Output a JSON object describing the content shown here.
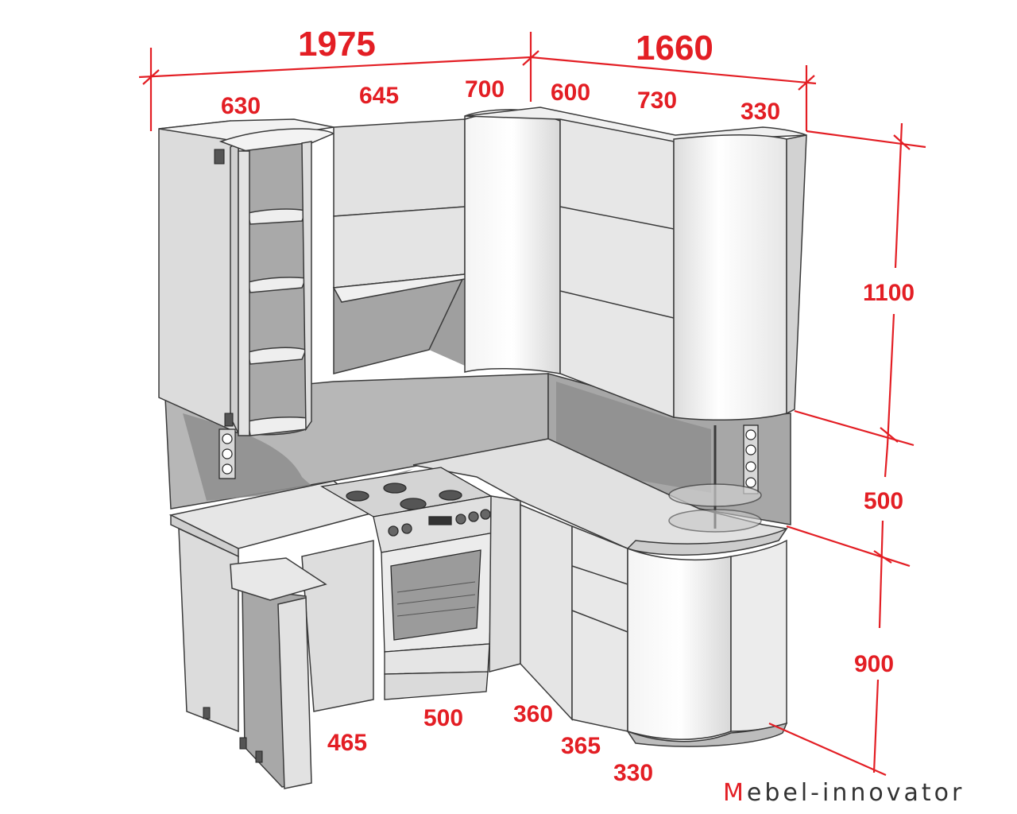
{
  "dimensions": {
    "top_total_left": "1975",
    "top_total_right": "1660",
    "upper_left": [
      "630",
      "645",
      "700"
    ],
    "upper_right": [
      "600",
      "730",
      "330"
    ],
    "height_upper": "1100",
    "height_gap": "500",
    "height_lower": "900",
    "bottom_left": [
      "465",
      "500"
    ],
    "bottom_right": [
      "360",
      "365",
      "330"
    ]
  },
  "watermark": {
    "first_letter": "M",
    "rest": "ebel-innovator"
  },
  "colors": {
    "dimension": "#e31e24",
    "cabinet_fill": "#e9e9e9",
    "cabinet_stroke": "#3a3a3a",
    "wall": "#9a9a9a",
    "shadow": "#8c8c8c"
  }
}
